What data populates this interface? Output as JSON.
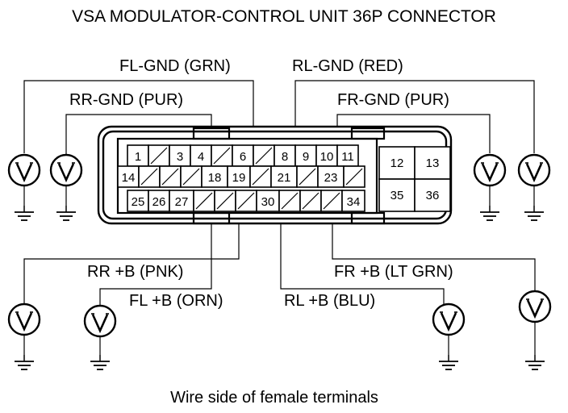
{
  "title": "VSA MODULATOR-CONTROL UNIT 36P CONNECTOR",
  "labels": {
    "fl_gnd": "FL-GND (GRN)",
    "rl_gnd": "RL-GND (RED)",
    "rr_gnd": "RR-GND (PUR)",
    "fr_gnd": "FR-GND (PUR)",
    "rr_b": "RR +B (PNK)",
    "fl_b": "FL +B (ORN)",
    "rl_b": "RL +B (BLU)",
    "fr_b": "FR +B (LT GRN)"
  },
  "pins": {
    "p1": "1",
    "p3": "3",
    "p4": "4",
    "p6": "6",
    "p8": "8",
    "p9": "9",
    "p10": "10",
    "p11": "11",
    "p12": "12",
    "p13": "13",
    "p14": "14",
    "p18": "18",
    "p19": "19",
    "p21": "21",
    "p23": "23",
    "p25": "25",
    "p26": "26",
    "p27": "27",
    "p30": "30",
    "p34": "34",
    "p35": "35",
    "p36": "36"
  },
  "meter_symbol": "V",
  "footer": "Wire side of female terminals"
}
